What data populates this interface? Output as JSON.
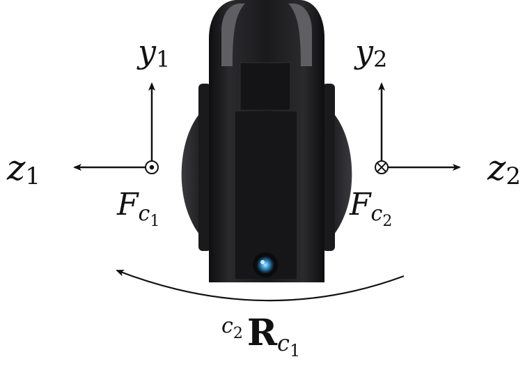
{
  "frame1": {
    "y_axis": {
      "base": "y",
      "sub": "1"
    },
    "z_axis": {
      "base": "z",
      "sub": "1"
    },
    "frame": {
      "base": "F",
      "sub_base": "c",
      "sub_sub": "1"
    },
    "marker": "dot"
  },
  "frame2": {
    "y_axis": {
      "base": "y",
      "sub": "2"
    },
    "z_axis": {
      "base": "z",
      "sub": "2"
    },
    "frame": {
      "base": "F",
      "sub_base": "c",
      "sub_sub": "2"
    },
    "marker": "cross"
  },
  "rotation": {
    "pre_base": "c",
    "pre_sub": "2",
    "base": "R",
    "sub_base": "c",
    "sub_sub": "1"
  },
  "colors": {
    "ink": "#111111",
    "camera_body": "#1c1c1e",
    "camera_stripe": "#6b6b70",
    "lens_blue": "#3fa4e0"
  }
}
